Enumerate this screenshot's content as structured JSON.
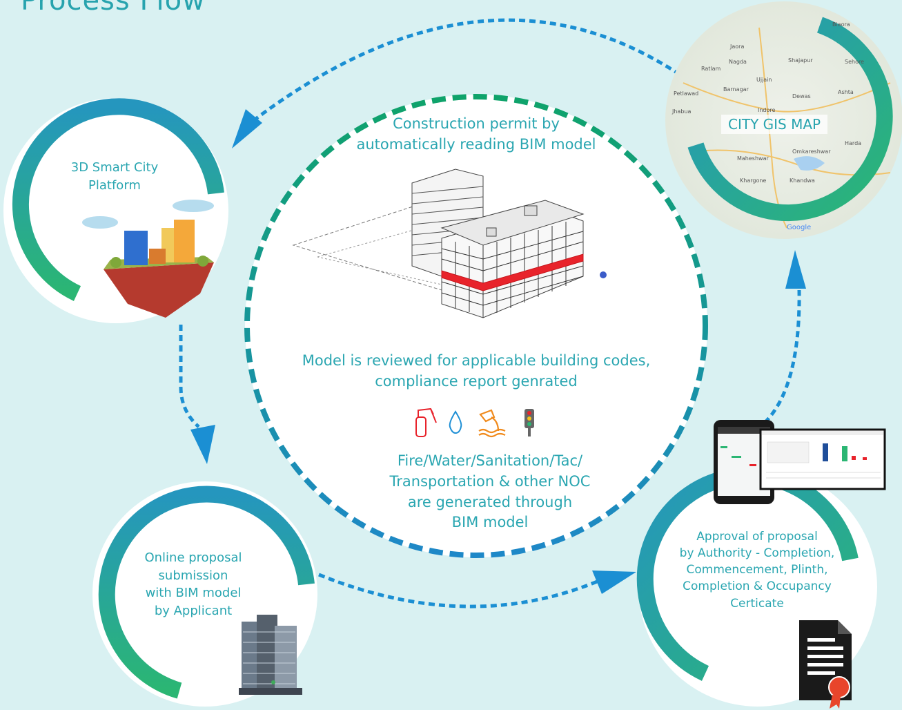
{
  "page": {
    "title": "Process Flow"
  },
  "center": {
    "permit_line1": "Construction permit by",
    "permit_line2": "automatically reading BIM model",
    "review_line1": "Model is reviewed for applicable building codes,",
    "review_line2": "compliance report genrated",
    "noc_line1": "Fire/Water/Sanitation/Tac/",
    "noc_line2": "Transportation & other NOC",
    "noc_line3": "are generated through",
    "noc_line4": "BIM model",
    "icons": [
      "fire-extinguisher-icon",
      "water-drop-icon",
      "sanitation-icon",
      "traffic-light-icon"
    ]
  },
  "nodes": {
    "platform": {
      "line1": "3D Smart City",
      "line2": "Platform"
    },
    "gis": {
      "label": "CITY GIS MAP",
      "map_labels": [
        "Jaora",
        "Nagda",
        "Ratlam",
        "Ujjain",
        "Dewas",
        "Indore",
        "Barnagar",
        "Petlawad",
        "Jhabua",
        "Ashta",
        "Harda",
        "Khandwa",
        "Khargone",
        "Maheshwar",
        "Omkareshwar",
        "Shajapur",
        "Biaora",
        "Sehore",
        "Google"
      ]
    },
    "submission": {
      "line1": "Online proposal",
      "line2": "submission",
      "line3": "with BIM model",
      "line4": "by Applicant"
    },
    "approval": {
      "line1": "Approval of proposal",
      "line2": "by Authority - Completion,",
      "line3": "Commencement, Plinth,",
      "line4": "Completion & Occupancy",
      "line5": "Certicate"
    }
  },
  "colors": {
    "background": "#d9f1f2",
    "accent_teal": "#2aa6b1",
    "ring_green": "#2bb673",
    "ring_blue": "#2596be",
    "arrow_blue": "#1b8fd3",
    "center_dash_green": "#10a06a"
  }
}
